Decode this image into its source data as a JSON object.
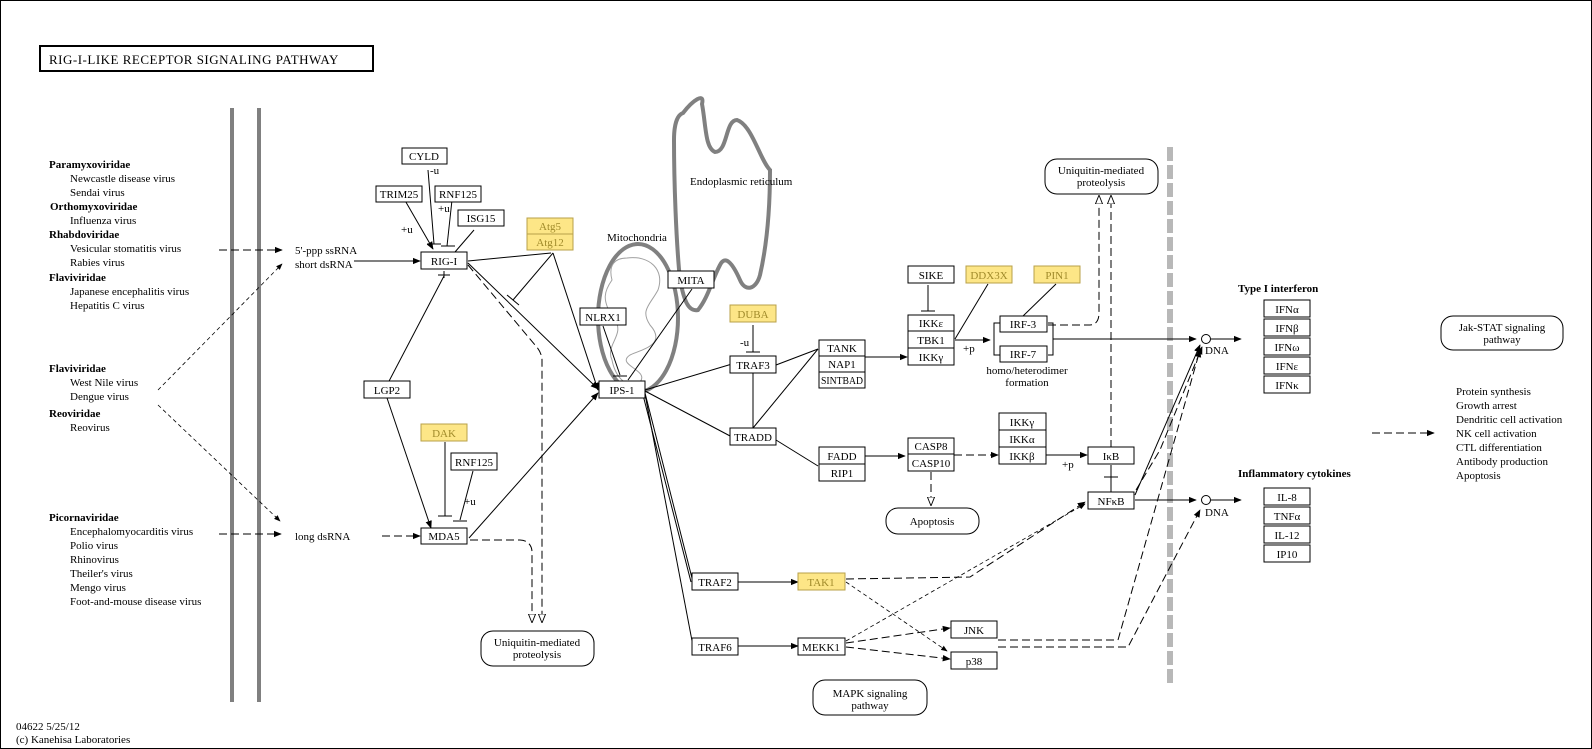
{
  "title": "RIG-I-LIKE RECEPTOR SIGNALING PATHWAY",
  "footer": {
    "id_date": "04622 5/25/12",
    "copyright": "(c) Kanehisa Laboratories"
  },
  "viruses": [
    {
      "family": "Paramyxoviridae",
      "members": [
        "Newcastle disease virus",
        "Sendai virus"
      ]
    },
    {
      "family": "Orthomyxoviridae",
      "members": [
        "Influenza virus"
      ]
    },
    {
      "family": "Rhabdoviridae",
      "members": [
        "Vesicular stomatitis virus",
        "Rabies virus"
      ]
    },
    {
      "family": "Flaviviridae",
      "members": [
        "Japanese encephalitis virus",
        "Hepatitis C virus"
      ]
    },
    {
      "family": "Flaviviridae",
      "members": [
        "West Nile virus",
        "Dengue virus"
      ]
    },
    {
      "family": "Reoviridae",
      "members": [
        "Reovirus"
      ]
    },
    {
      "family": "Picornaviridae",
      "members": [
        "Encephalomyocarditis virus",
        "Polio virus",
        "Rhinovirus",
        "Theiler's virus",
        "Mengo virus",
        "Foot-and-mouse disease virus"
      ]
    }
  ],
  "ligands": {
    "ssrna": "5'-ppp ssRNA",
    "short_dsrna": "short dsRNA",
    "long_dsrna": "long dsRNA"
  },
  "compartments": {
    "mitochondria": "Mitochondria",
    "er": "Endoplasmic reticulum"
  },
  "genes": {
    "cyld": "CYLD",
    "trim25": "TRIM25",
    "rnf125a": "RNF125",
    "isg15": "ISG15",
    "atg5": "Atg5",
    "atg12": "Atg12",
    "rigi": "RIG-I",
    "lgp2": "LGP2",
    "dak": "DAK",
    "rnf125b": "RNF125",
    "mda5": "MDA5",
    "nlrx1": "NLRX1",
    "mita": "MITA",
    "ips1": "IPS-1",
    "duba": "DUBA",
    "traf3": "TRAF3",
    "tank": "TANK",
    "nap1": "NAP1",
    "sintbad": "SINTBAD",
    "tradd": "TRADD",
    "fadd": "FADD",
    "rip1": "RIP1",
    "casp8": "CASP8",
    "casp10": "CASP10",
    "sike": "SIKE",
    "ddx3x": "DDX3X",
    "pin1": "PIN1",
    "ikke": "IKKε",
    "tbk1": "TBK1",
    "ikkg1": "IKKγ",
    "irf3": "IRF-3",
    "irf7": "IRF-7",
    "ikkg2": "IKKγ",
    "ikka": "IKKα",
    "ikkb": "IKKβ",
    "ikb": "IκB",
    "nfkb": "NFκB",
    "traf2": "TRAF2",
    "tak1": "TAK1",
    "traf6": "TRAF6",
    "mekk1": "MEKK1",
    "jnk": "JNK",
    "p38": "p38"
  },
  "highlighted_genes": [
    "Atg5",
    "Atg12",
    "DAK",
    "DUBA",
    "DDX3X",
    "PIN1",
    "TAK1"
  ],
  "highlight_color": "#fde687",
  "labels": {
    "plus_u": "+u",
    "minus_u": "-u",
    "plus_p": "+p",
    "homo_hetero": "homo/heterodimer",
    "formation": "formation",
    "dna": "DNA",
    "type1_ifn": "Type I interferon",
    "inflam": "Inflammatory cytokines"
  },
  "pathway_links": {
    "ubiq_top_1": "Uniquitin-mediated",
    "ubiq_top_2": "proteolysis",
    "ubiq_bot_1": "Uniquitin-mediated",
    "ubiq_bot_2": "proteolysis",
    "apoptosis": "Apoptosis",
    "mapk_1": "MAPK signaling",
    "mapk_2": "pathway",
    "jakstat_1": "Jak-STAT signaling",
    "jakstat_2": "pathway"
  },
  "ifn_products": [
    "IFNα",
    "IFNβ",
    "IFNω",
    "IFNε",
    "IFNκ"
  ],
  "cytokine_products": [
    "IL-8",
    "TNFα",
    "IL-12",
    "IP10"
  ],
  "outcomes": [
    "Protein synthesis",
    "Growth arrest",
    "Dendritic cell activation",
    "NK cell activation",
    "CTL differentiation",
    "Antibody production",
    "Apoptosis"
  ]
}
